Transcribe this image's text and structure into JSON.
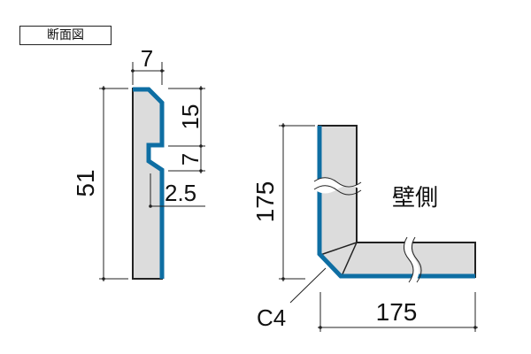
{
  "title": "断面図",
  "profile": {
    "width_label": "7",
    "height_label": "51",
    "top_segment_label": "15",
    "groove_label": "7",
    "groove_depth_label": "2.5"
  },
  "corner": {
    "vertical_label": "175",
    "horizontal_label": "175",
    "chamfer_label": "C4",
    "wall_side_label": "壁側"
  },
  "colors": {
    "accent": "#0e6ea3",
    "fill": "#dcdcdc",
    "line": "#222222"
  }
}
